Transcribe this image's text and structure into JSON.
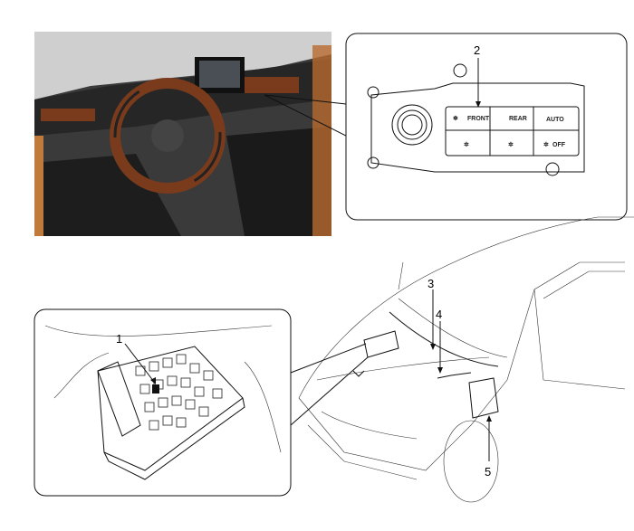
{
  "callouts": {
    "c1": "1",
    "c2": "2",
    "c3": "3",
    "c4": "4",
    "c5": "5"
  },
  "control_panel": {
    "buttons": [
      "FRONT",
      "REAR",
      "AUTO",
      "OFF"
    ]
  },
  "colors": {
    "photo_dark": "#2a2a2a",
    "wood": "#7a3b1c",
    "line": "#111111"
  }
}
